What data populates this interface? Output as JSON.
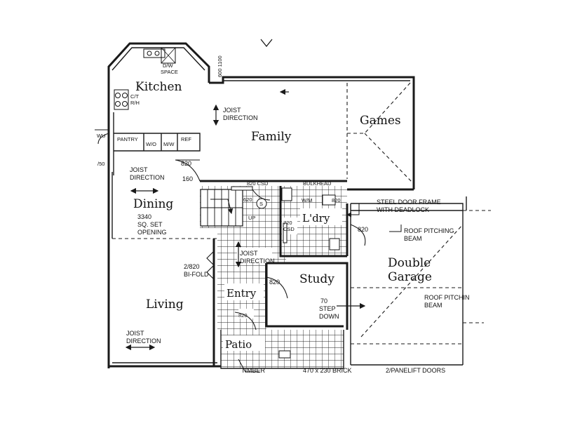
{
  "rooms": {
    "kitchen": "Kitchen",
    "family": "Family",
    "games": "Games",
    "dining": "Dining",
    "living": "Living",
    "laundry": "L'dry",
    "study": "Study",
    "entry": "Entry",
    "patio": "Patio",
    "double": "Double",
    "garage": "Garage"
  },
  "notes": {
    "dw_space_1": "D/W",
    "dw_space_2": "SPACE",
    "dim_600_1100": "600 1100",
    "ct": "C/T",
    "rh": "R/H",
    "pantry": "PANTRY",
    "wo": "W/O",
    "mw": "M/W",
    "ref": "REF",
    "wu": "WU",
    "fifty": "/50",
    "joist_family_1": "JOIST",
    "joist_family_2": "DIRECTION",
    "joist_dining_1": "JOIST",
    "joist_dining_2": "DIRECTION",
    "door_820_kitchen": "820",
    "dim_160": "160",
    "csd_820": "820 CSD",
    "bulkhead": "BULKHEAD",
    "door_620": "620",
    "door_820_wm": "820",
    "wm": "W/M",
    "up": "UP",
    "csd_720_1": "720",
    "csd_720_2": "CSD",
    "sq_set_1": "3340",
    "sq_set_2": "SQ. SET",
    "sq_set_3": "OPENING",
    "steel_door_1": "STEEL DOOR FRAME",
    "steel_door_2": "WITH DEADLOCK",
    "door_820_garage": "820",
    "roof_beam_1a": "ROOF PITCHING",
    "roof_beam_1b": "BEAM",
    "bifold_1": "2/820",
    "bifold_2": "BI-FOLD",
    "joist_entry_1": "JOIST",
    "joist_entry_2": "DIRECTION",
    "door_820_study": "820",
    "step_1": "70",
    "step_2": "STEP",
    "step_3": "DOWN",
    "roof_beam_2a": "ROOF PITCHIN",
    "roof_beam_2b": "BEAM",
    "door_820_entry": "820",
    "joist_living_1": "JOIST",
    "joist_living_2": "DIRECTION",
    "timber": "TIMBER",
    "brick_pier": "470 x 230 BRICK",
    "panelift": "2/PANELIFT DOORS",
    "s_symbol": "S"
  }
}
